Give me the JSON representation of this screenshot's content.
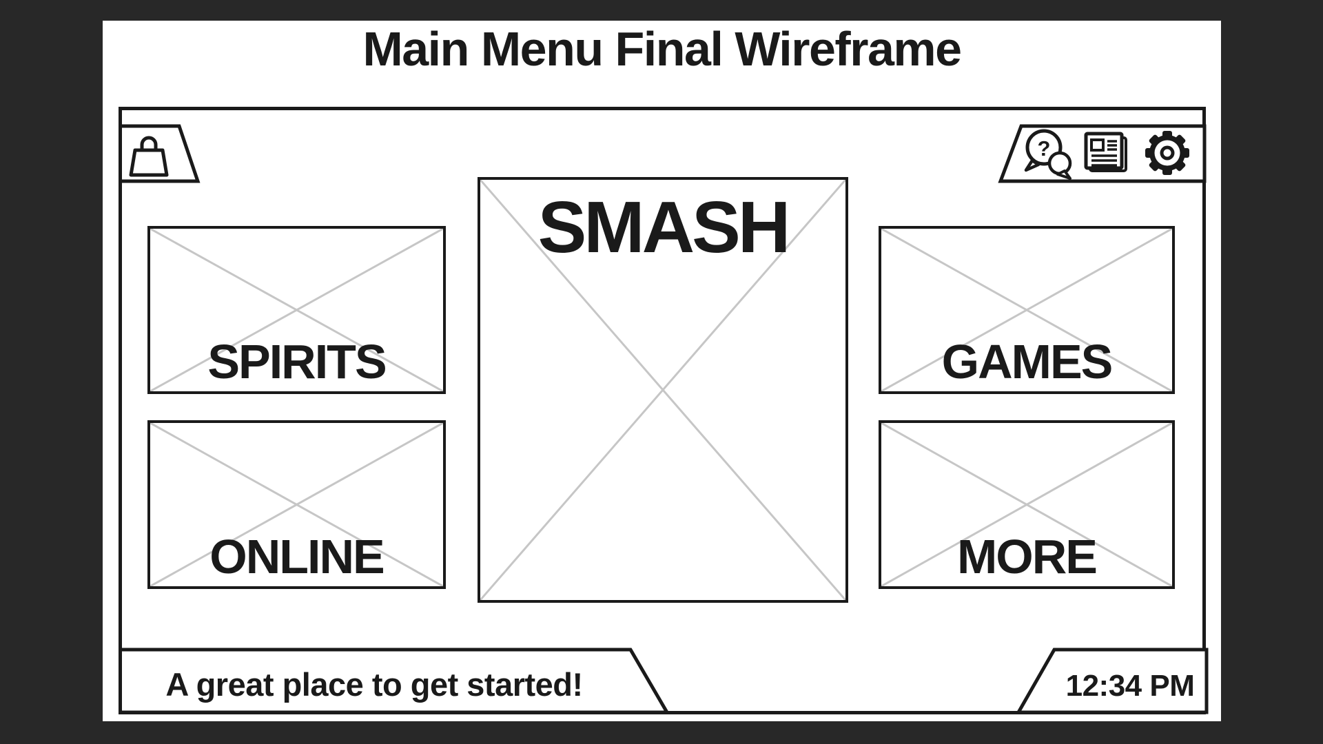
{
  "page": {
    "title": "Main Menu Final Wireframe",
    "colors": {
      "background": "#282828",
      "surface": "#ffffff",
      "line": "#1a1a1a",
      "placeholder_line": "#c6c6c6"
    }
  },
  "top_bar": {
    "shop": {
      "icon": "shopping-bag-icon"
    },
    "system_icons": [
      {
        "name": "help-chat-icon",
        "glyph": "?"
      },
      {
        "name": "news-icon"
      },
      {
        "name": "settings-gear-icon"
      }
    ]
  },
  "menu": {
    "center_tile": {
      "label": "SMASH"
    },
    "left_tiles": [
      {
        "label": "SPIRITS"
      },
      {
        "label": "ONLINE"
      }
    ],
    "right_tiles": [
      {
        "label": "GAMES"
      },
      {
        "label": "MORE"
      }
    ]
  },
  "status_bar": {
    "message": "A great place to get started!",
    "time": "12:34 PM"
  }
}
